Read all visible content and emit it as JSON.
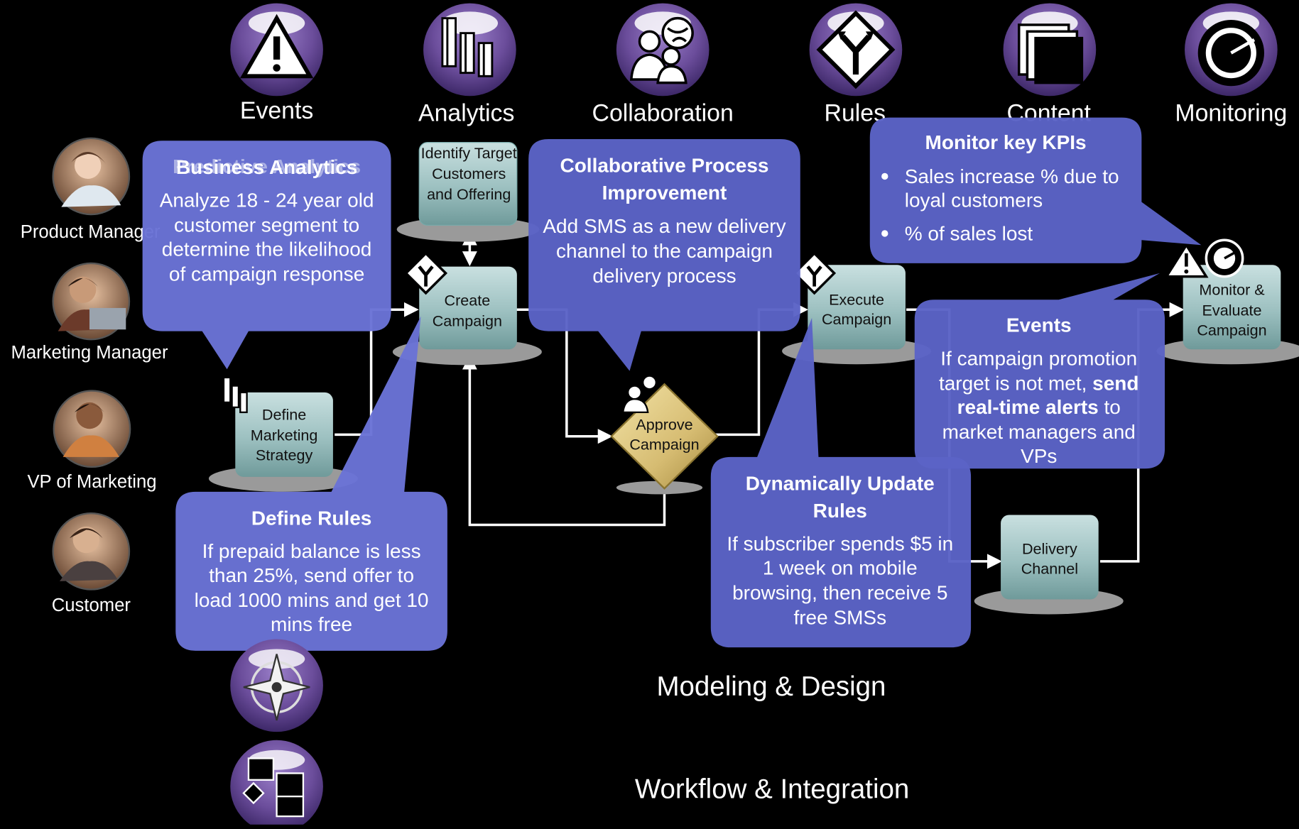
{
  "top_categories": [
    {
      "label": "Events",
      "icon": "warning-triangle-icon"
    },
    {
      "label": "Analytics",
      "icon": "bar-chart-3d-icon"
    },
    {
      "label": "Collaboration",
      "icon": "people-globe-icon"
    },
    {
      "label": "Rules",
      "icon": "fork-road-sign-icon"
    },
    {
      "label": "Content",
      "icon": "folders-icon"
    },
    {
      "label": "Monitoring",
      "icon": "gauge-icon"
    }
  ],
  "personas": [
    {
      "label": "Product Manager"
    },
    {
      "label": "Marketing Manager"
    },
    {
      "label": "VP of Marketing"
    },
    {
      "label": "Customer"
    }
  ],
  "process_nodes": {
    "identify_target": [
      "Identify Target",
      "Customers",
      "and Offering"
    ],
    "create_campaign": [
      "Create",
      "Campaign"
    ],
    "define_marketing_strategy": [
      "Define",
      "Marketing",
      "Strategy"
    ],
    "approve_campaign": [
      "Approve",
      "Campaign"
    ],
    "execute_campaign": [
      "Execute",
      "Campaign"
    ],
    "monitor_evaluate": [
      "Monitor &",
      "Evaluate",
      "Campaign"
    ],
    "delivery_channel": [
      "Delivery",
      "Channel"
    ]
  },
  "callouts": {
    "business_analytics": {
      "ghost_title": "Predictive Analytics",
      "title": "Business Analytics",
      "body": [
        "Analyze 18 - 24 year old",
        "customer segment to",
        "determine the likelihood",
        "of campaign response"
      ]
    },
    "collaborative_process": {
      "title": [
        "Collaborative Process",
        "Improvement"
      ],
      "body": [
        "Add SMS as a new delivery",
        "channel to the campaign",
        "delivery process"
      ]
    },
    "monitor_kpis": {
      "title": "Monitor key KPIs",
      "bullets": [
        [
          "Sales increase % due to",
          "loyal customers"
        ],
        [
          "% of sales lost"
        ]
      ]
    },
    "events": {
      "title": "Events",
      "line1": "If campaign promotion",
      "line2a": "target is not met, ",
      "line2b": "send",
      "line3a": "real-time alerts",
      "line3b": " to",
      "line4": "market managers and",
      "line5": "VPs"
    },
    "define_rules": {
      "title": "Define Rules",
      "body": [
        "If prepaid balance is less",
        "than 25%, send offer to",
        "load 1000 mins and get 10",
        "mins free"
      ]
    },
    "dynamic_rules": {
      "title": [
        "Dynamically Update",
        "Rules"
      ],
      "body": [
        "If subscriber spends $5 in",
        "1 week on mobile",
        "browsing, then receive 5",
        "free SMSs"
      ]
    }
  },
  "bottom_categories": [
    {
      "label": "Modeling & Design",
      "icon": "compass-icon"
    },
    {
      "label": "Workflow & Integration",
      "icon": "workflow-blocks-icon"
    }
  ],
  "colors": {
    "background": "#000000",
    "bubble": "#6a73d6",
    "bubble_dark": "#5a5fc2",
    "icon_purple": "#6b4d9b",
    "node_teal": "#9fc4c4",
    "approve_gold": "#d8c07a"
  }
}
